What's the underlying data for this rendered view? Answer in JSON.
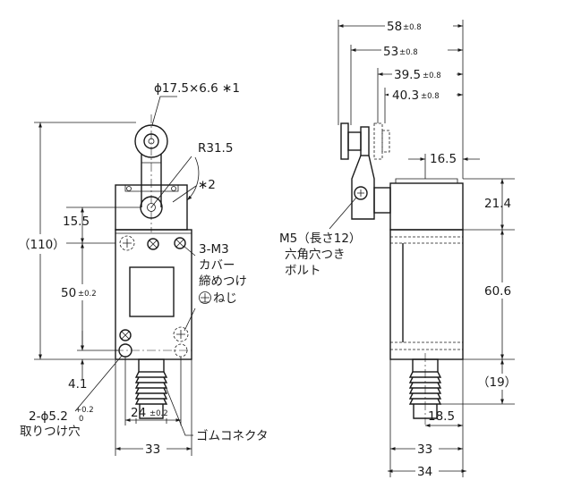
{
  "front": {
    "roller": "ϕ17.5×6.6 ∗1",
    "radius": "R31.5",
    "note2": "∗2",
    "d110": "（110）",
    "d15_5": "15.5",
    "d50": "50",
    "d50_tol": "±0.2",
    "d4_1": "4.1",
    "d24": "24",
    "d24_tol": "±0.2",
    "d33": "33",
    "screw_note": [
      "3-M3",
      "カバー",
      "締めつけ",
      "ねじ"
    ],
    "hole_note_a": "2-ϕ5.2",
    "hole_tol_upper": "+0.2",
    "hole_tol_lower": "0",
    "hole_note_b": "取りつけ穴",
    "connector": "ゴムコネクタ"
  },
  "side": {
    "d58": "58",
    "d58_tol": "±0.8",
    "d53": "53",
    "d53_tol": "±0.8",
    "d39_5": "39.5",
    "d39_5_tol": "±0.8",
    "d40_3": "40.3",
    "d40_3_tol": "±0.8",
    "d16_5": "16.5",
    "d21_4": "21.4",
    "d60_6": "60.6",
    "d19": "（19）",
    "d18_5": "18.5",
    "d33": "33",
    "d34": "34",
    "bolt_note": [
      "M5（長さ12）",
      "六角穴つき",
      "ボルト"
    ]
  }
}
